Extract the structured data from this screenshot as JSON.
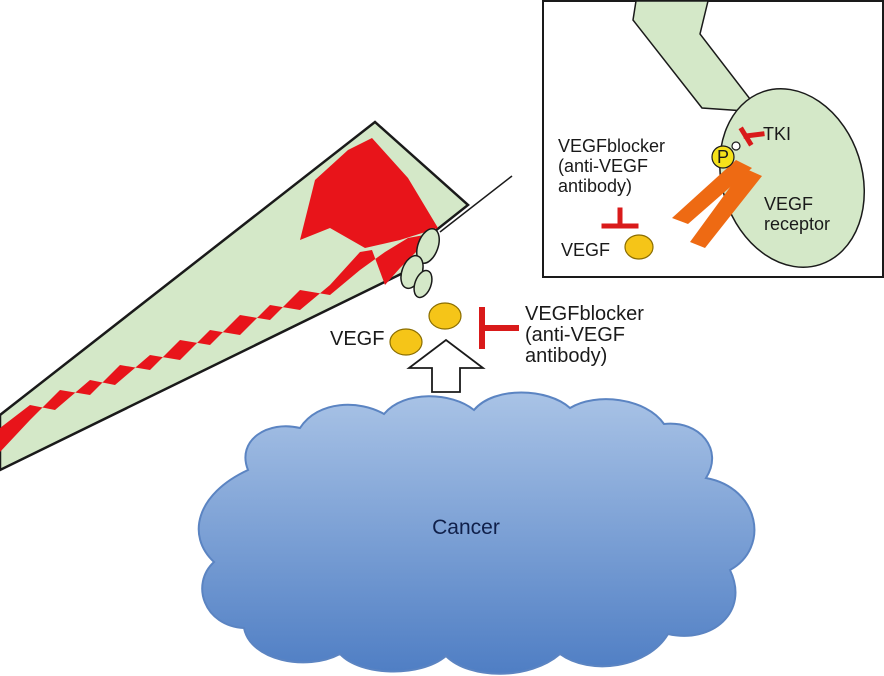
{
  "main_labels": {
    "vegf": "VEGF",
    "blocker_lines": [
      "VEGFblocker",
      "(anti-VEGF",
      "antibody)"
    ],
    "cancer": "Cancer"
  },
  "inset_labels": {
    "tki": "TKI",
    "phospho": "P",
    "blocker_lines": [
      "VEGFblocker",
      "(anti-VEGF",
      "antibody)"
    ],
    "receptor_lines": [
      "VEGF",
      "receptor"
    ],
    "vegf": "VEGF"
  },
  "colors": {
    "vessel_wall": "#d4e8c8",
    "blood": "#e8141a",
    "vegf": "#f5c518",
    "receptor": "#ee6a13",
    "inhibitor": "#d91a1a",
    "cancer_top": "#a9c3e6",
    "cancer_bottom": "#4f7ec4"
  }
}
